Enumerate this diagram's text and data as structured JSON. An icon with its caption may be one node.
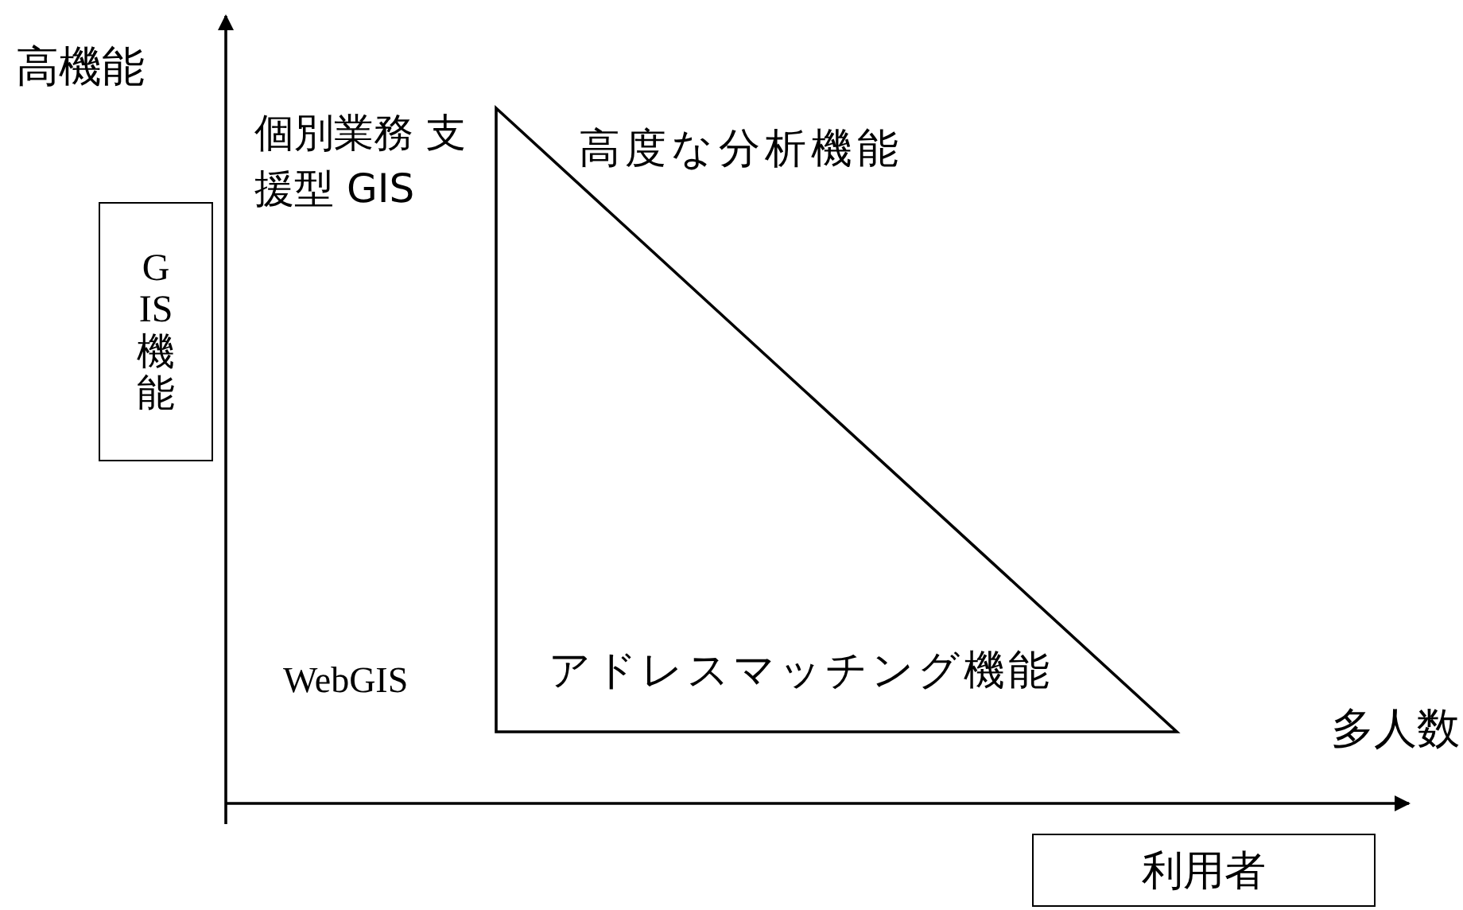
{
  "diagram": {
    "nodes": [
      {
        "text": [
          "GIS 機能"
        ]
      },
      {
        "text": [
          "高度な分析機能",
          "アドレスマッチング機能"
        ]
      },
      {
        "text": [
          "利用者"
        ]
      }
    ],
    "labels": [
      "高機能",
      "個別業務 支援型 GIS",
      "WebGIS",
      "多人数"
    ]
  }
}
